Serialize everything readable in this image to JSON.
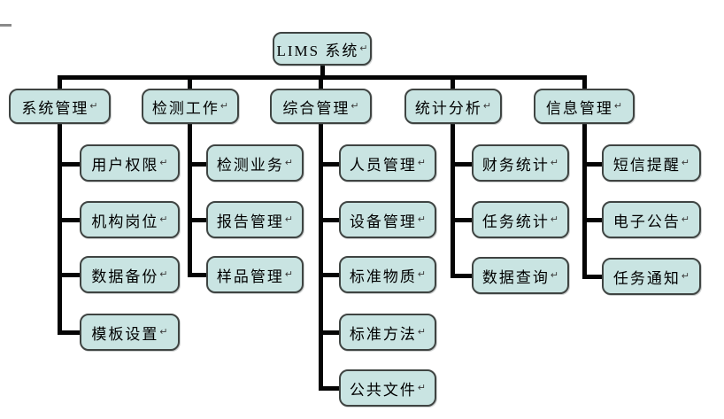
{
  "diagram": {
    "return_mark": "↵",
    "root": {
      "label": "LIMS 系统"
    },
    "branches": [
      {
        "label": "系统管理",
        "children": [
          "用户权限",
          "机构岗位",
          "数据备份",
          "模板设置"
        ]
      },
      {
        "label": "检测工作",
        "children": [
          "检测业务",
          "报告管理",
          "样品管理"
        ]
      },
      {
        "label": "综合管理",
        "children": [
          "人员管理",
          "设备管理",
          "标准物质",
          "标准方法",
          "公共文件"
        ]
      },
      {
        "label": "统计分析",
        "children": [
          "财务统计",
          "任务统计",
          "数据查询"
        ]
      },
      {
        "label": "信息管理",
        "children": [
          "短信提醒",
          "电子公告",
          "任务通知"
        ]
      }
    ],
    "colors": {
      "node_fill": "#c9e4e2",
      "node_border": "#3f4442",
      "connector": "#050505",
      "text": "#000000",
      "background": "#ffffff"
    }
  }
}
